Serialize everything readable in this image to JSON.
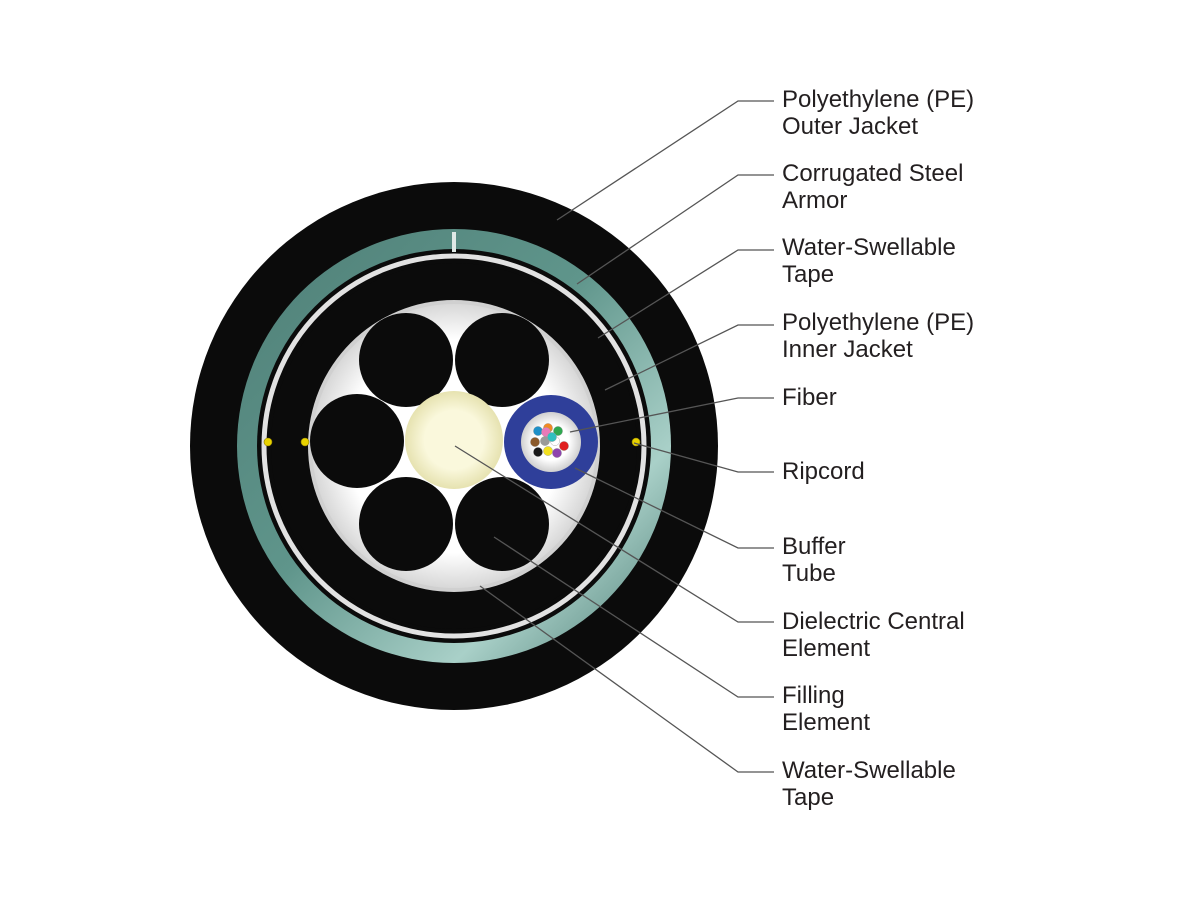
{
  "colors": {
    "jacket": "#0b0b0b",
    "armor": "#5a8d84",
    "armor_highlight": "#9cc4bc",
    "tape": "#d6d6d6",
    "core_background": "#ffffff",
    "central_element": "#f7f5d2",
    "buffer_tube": "#2f3f9a",
    "leader_line": "#555555",
    "ripcord": "#e8d200"
  },
  "callouts": [
    {
      "id": "outer-jacket",
      "lines": [
        "Polyethylene (PE)",
        "Outer Jacket"
      ]
    },
    {
      "id": "steel-armor",
      "lines": [
        "Corrugated Steel",
        "Armor"
      ]
    },
    {
      "id": "water-swellable-tape-outer",
      "lines": [
        "Water-Swellable",
        "Tape"
      ]
    },
    {
      "id": "inner-jacket",
      "lines": [
        "Polyethylene (PE)",
        "Inner Jacket"
      ]
    },
    {
      "id": "fiber",
      "lines": [
        "Fiber"
      ]
    },
    {
      "id": "ripcord",
      "lines": [
        "Ripcord"
      ]
    },
    {
      "id": "buffer-tube",
      "lines": [
        "Buffer",
        "Tube"
      ]
    },
    {
      "id": "central-element",
      "lines": [
        "Dielectric Central",
        "Element"
      ]
    },
    {
      "id": "filling-element",
      "lines": [
        "Filling",
        "Element"
      ]
    },
    {
      "id": "water-swellable-tape-inner",
      "lines": [
        "Water-Swellable",
        "Tape"
      ]
    }
  ],
  "fiber_colors": [
    "#1e90c8",
    "#f08a24",
    "#2fa84f",
    "#8b5a2b",
    "#9a9a9a",
    "#ffffff",
    "#e02020",
    "#1a1a1a",
    "#f2e020",
    "#8e44ad",
    "#e87ab8",
    "#30c0c0"
  ]
}
